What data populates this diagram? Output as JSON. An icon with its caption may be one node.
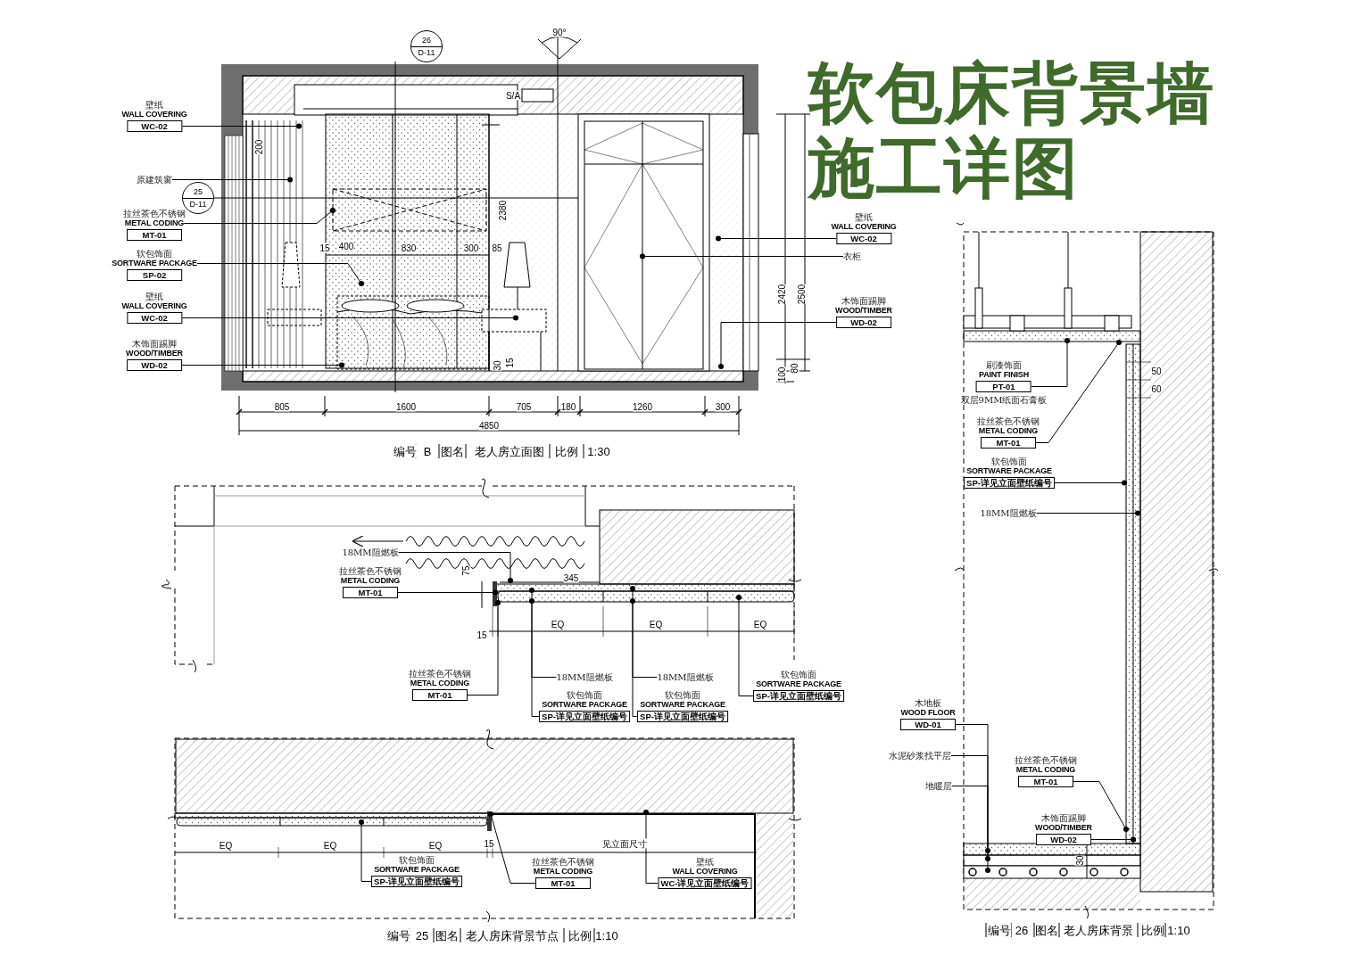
{
  "diagram": {
    "title": "软包床背景墙施工详图",
    "nodes": [
      {
        "text": [
          "壁纸",
          "WALL COVERING",
          "WC-02"
        ]
      },
      {
        "text": [
          "原建筑窗"
        ]
      },
      {
        "text": [
          "拉丝茶色不锈钢",
          "METAL CODING",
          "MT-01"
        ]
      },
      {
        "text": [
          "软包饰面",
          "SORTWARE PACKAGE",
          "SP-02"
        ]
      },
      {
        "text": [
          "壁纸",
          "WALL COVERING",
          "WC-02"
        ]
      },
      {
        "text": [
          "木饰面踢脚",
          "WOOD/TIMBER",
          "WD-02"
        ]
      },
      {
        "text": [
          "壁纸",
          "WALL COVERING",
          "WC-02"
        ]
      },
      {
        "text": [
          "衣柜"
        ]
      },
      {
        "text": [
          "木饰面踢脚",
          "WOOD/TIMBER",
          "WD-02"
        ]
      },
      {
        "text": [
          "26",
          "D-11"
        ]
      },
      {
        "text": [
          "25",
          "D-11"
        ]
      },
      {
        "text": [
          "18MM阻燃板"
        ]
      },
      {
        "text": [
          "拉丝茶色不锈钢",
          "METAL CODING",
          "MT-01"
        ]
      },
      {
        "text": [
          "拉丝茶色不锈钢",
          "METAL CODING",
          "MT-01"
        ]
      },
      {
        "text": [
          "18MM阻燃板"
        ]
      },
      {
        "text": [
          "软包饰面",
          "SORTWARE PACKAGE",
          "SP-详见立面壁纸编号"
        ]
      },
      {
        "text": [
          "18MM阻燃板"
        ]
      },
      {
        "text": [
          "软包饰面",
          "SORTWARE PACKAGE",
          "SP-详见立面壁纸编号"
        ]
      },
      {
        "text": [
          "软包饰面",
          "SORTWARE PACKAGE",
          "SP-详见立面壁纸编号"
        ]
      },
      {
        "text": [
          "软包饰面",
          "SORTWARE PACKAGE",
          "SP-详见立面壁纸编号"
        ]
      },
      {
        "text": [
          "拉丝茶色不锈钢",
          "METAL CODING",
          "MT-01"
        ]
      },
      {
        "text": [
          "壁纸",
          "WALL COVERING",
          "WC-详见立面壁纸编号"
        ]
      },
      {
        "text": [
          "刷漆饰面",
          "PAINT FINISH",
          "PT-01"
        ],
        "beside": [
          "双层9MM纸面石膏板"
        ]
      },
      {
        "text": [
          "拉丝茶色不锈钢",
          "METAL CODING",
          "MT-01"
        ]
      },
      {
        "text": [
          "软包饰面",
          "SORTWARE PACKAGE",
          "SP-详见立面壁纸编号"
        ]
      },
      {
        "text": [
          "18MM阻燃板"
        ]
      },
      {
        "text": [
          "木地板",
          "WOOD FLOOR",
          "WD-01"
        ]
      },
      {
        "text": [
          "水泥砂浆找平层"
        ]
      },
      {
        "text": [
          "地暖层"
        ]
      },
      {
        "text": [
          "拉丝茶色不锈钢",
          "METAL CODING",
          "MT-01"
        ]
      },
      {
        "text": [
          "木饰面踢脚",
          "WOOD/TIMBER",
          "WD-02"
        ]
      }
    ],
    "edges": [
      {
        "from": 0,
        "to": null,
        "arrow": "other"
      },
      {
        "from": 1,
        "to": null,
        "arrow": "other"
      },
      {
        "from": 2,
        "to": null,
        "arrow": "other"
      },
      {
        "from": 3,
        "to": null,
        "arrow": "other"
      },
      {
        "from": 4,
        "to": null,
        "arrow": "other"
      },
      {
        "from": 5,
        "to": null,
        "arrow": "other"
      },
      {
        "from": 6,
        "to": null,
        "arrow": "other"
      },
      {
        "from": 7,
        "to": null,
        "arrow": "other"
      },
      {
        "from": 8,
        "to": null,
        "arrow": "other"
      },
      {
        "from": 11,
        "to": null,
        "arrow": "other"
      },
      {
        "from": 12,
        "to": null,
        "arrow": "other"
      },
      {
        "from": 13,
        "to": null,
        "arrow": "other"
      },
      {
        "from": 14,
        "to": null,
        "arrow": "other"
      },
      {
        "from": 15,
        "to": null,
        "arrow": "other"
      },
      {
        "from": 16,
        "to": null,
        "arrow": "other"
      },
      {
        "from": 17,
        "to": null,
        "arrow": "other"
      },
      {
        "from": 18,
        "to": null,
        "arrow": "other"
      },
      {
        "from": 19,
        "to": null,
        "arrow": "other"
      },
      {
        "from": 20,
        "to": null,
        "arrow": "other"
      },
      {
        "from": 21,
        "to": null,
        "arrow": "other"
      },
      {
        "from": 22,
        "to": null,
        "arrow": "other"
      },
      {
        "from": 23,
        "to": null,
        "arrow": "other"
      },
      {
        "from": 24,
        "to": null,
        "arrow": "other"
      },
      {
        "from": 25,
        "to": null,
        "arrow": "other"
      },
      {
        "from": 26,
        "to": null,
        "arrow": "other"
      },
      {
        "from": 27,
        "to": null,
        "arrow": "other"
      },
      {
        "from": 28,
        "to": null,
        "arrow": "other"
      },
      {
        "from": 29,
        "to": null,
        "arrow": "other"
      },
      {
        "from": 30,
        "to": null,
        "arrow": "other"
      }
    ],
    "labels": [
      "90°",
      "S/A",
      "200",
      "15",
      "400",
      "830",
      "300",
      "85",
      "2380",
      "2420",
      "2500",
      "30",
      "15",
      "100",
      "80",
      "805",
      "1600",
      "705",
      "180",
      "1260",
      "300",
      "4850",
      "编号",
      "B",
      "图名",
      "老人房立面图",
      "比例",
      "1:30",
      "345",
      "75",
      "15",
      "EQ",
      "EQ",
      "EQ",
      "EQ",
      "EQ",
      "EQ",
      "15",
      "见立面尺寸",
      "编号",
      "25",
      "图名",
      "老人房床背景节点",
      "比例",
      "1:10",
      "50",
      "60",
      "30",
      "编号",
      "26",
      "图名",
      "老人房床背景",
      "比例",
      "1:10"
    ]
  }
}
